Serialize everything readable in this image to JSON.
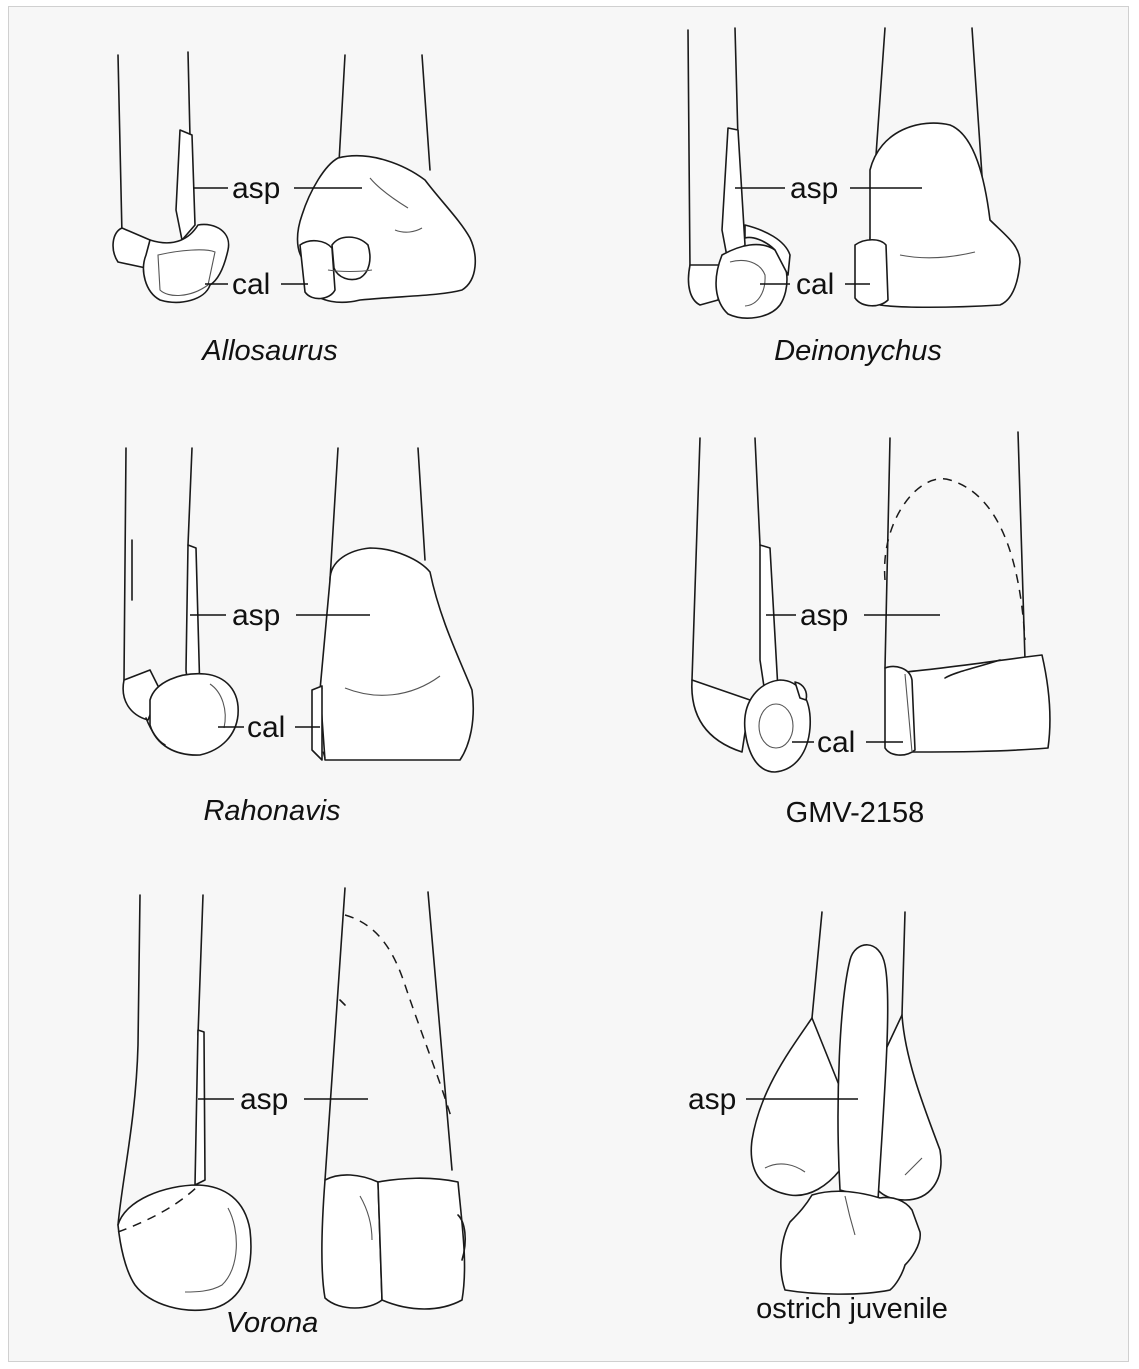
{
  "labels": {
    "asp": "asp",
    "cal": "cal"
  },
  "panels": [
    {
      "id": "allosaurus",
      "caption": "Allosaurus",
      "italic": true
    },
    {
      "id": "deinonychus",
      "caption": "Deinonychus",
      "italic": true
    },
    {
      "id": "rahonavis",
      "caption": "Rahonavis",
      "italic": true
    },
    {
      "id": "gmv2158",
      "caption": "GMV-2158",
      "italic": false
    },
    {
      "id": "vorona",
      "caption": "Vorona",
      "italic": true
    },
    {
      "id": "ostrich",
      "caption": "ostrich juvenile",
      "italic": false
    }
  ],
  "colors": {
    "background": "#f7f7f7",
    "border": "#d0d0d0",
    "ink": "#1a1a1a"
  }
}
